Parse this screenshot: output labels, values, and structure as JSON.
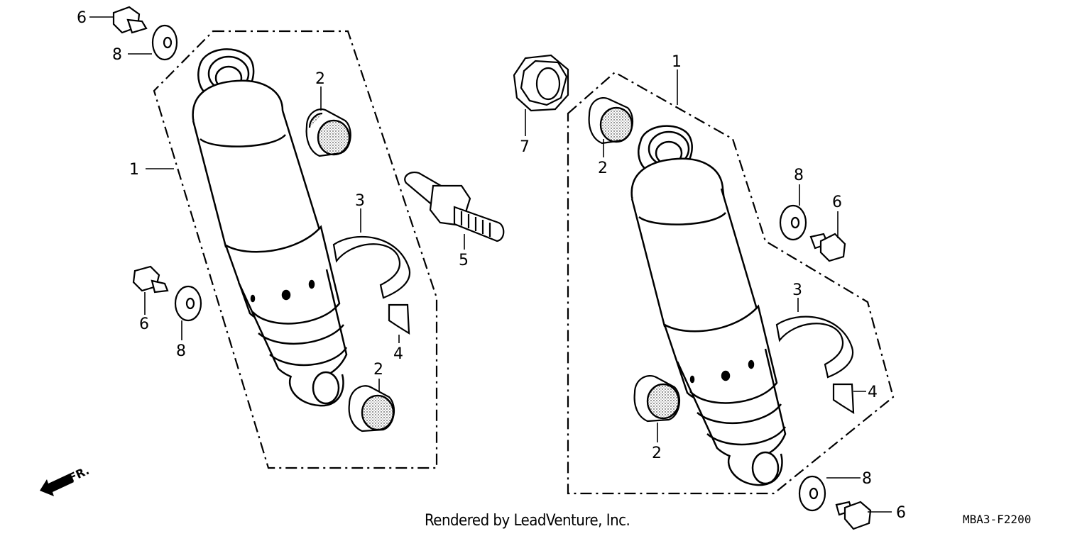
{
  "callouts": {
    "left": {
      "shock": "1",
      "bush_top": "2",
      "bush_bottom": "2",
      "band": "3",
      "tag": "4",
      "stud": "5",
      "bolt_top": "6",
      "bolt_side": "6",
      "washer_top": "8",
      "washer_side": "8"
    },
    "right": {
      "shock": "1",
      "bush_top": "2",
      "bush_bottom": "2",
      "band": "3",
      "tag": "4",
      "nut": "7",
      "washer_top": "8",
      "bolt_top": "6",
      "washer_bottom": "8",
      "bolt_bottom": "6"
    }
  },
  "front_indicator": "FR.",
  "credit": "Rendered by LeadVenture, Inc.",
  "diagram_code": "MBA3-F2200"
}
